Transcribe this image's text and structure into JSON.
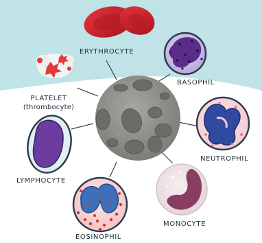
{
  "labels": {
    "erythrocyte": "ERYTHROCYTE",
    "basophil": "BASOPHIL",
    "platelet": "PLATELET",
    "platelet_sub": "(thrombocyte)",
    "neutrophil": "NEUTROPHIL",
    "lymphocyte": "LYMPHOCYTE",
    "monocyte": "MONOCYTE",
    "eosinophil": "EOSINOPHIL"
  },
  "colors": {
    "sky": "#bfe3e7",
    "erythrocyte": "#c8202a",
    "platelet": "#e23a3a",
    "basophil_nucleus": "#5a2d8a",
    "neutrophil_nucleus": "#2f4aa0",
    "lymphocyte_nucleus": "#6a3d9e",
    "monocyte_nucleus": "#8a3d63",
    "eosinophil_granules": "#d93535",
    "center_cell": "#8e8c86"
  }
}
